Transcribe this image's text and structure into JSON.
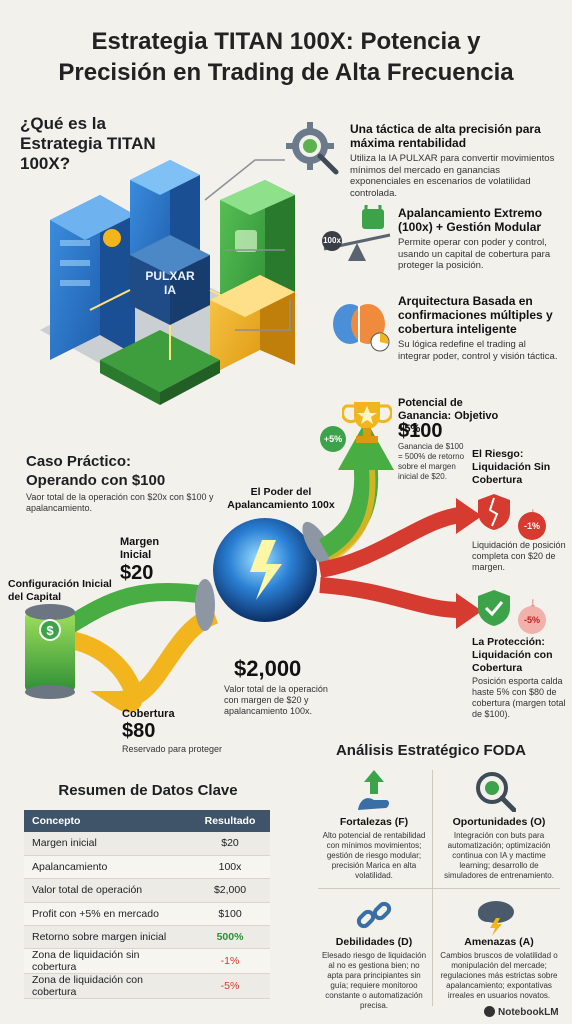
{
  "title": {
    "line1": "Estrategia TITAN 100X: Potencia y",
    "line2": "Precisión en Trading de Alta Frecuencia"
  },
  "intro": {
    "question": "¿Qué es la Estrategia TITAN 100X?",
    "core_label": "PULXAR\nIA",
    "features": [
      {
        "title": "Una táctica de alta precisión para máxima rentabilidad",
        "text": "Utiliza la IA PULXAR para convertir movimientos mínimos del mercado en ganancias exponenciales en escenarios de volatilidad controlada.",
        "icon": "gear-magnifier-icon"
      },
      {
        "title": "Apalancamiento Extremo (100x) + Gestión Modular",
        "text": "Permite operar con poder y control, usando un capital de cobertura para proteger la posición.",
        "icon": "scale-lock-icon",
        "badge": "100x"
      },
      {
        "title": "Arquitectura Basada en confirmaciones múltiples y cobertura inteligente",
        "text": "Su lógica redefine el trading al integrar poder, control y visión táctica.",
        "icon": "brain-chart-icon"
      }
    ]
  },
  "case": {
    "title": "Caso Práctico: Operando con $100",
    "subtitle": "Vaor total de la operación con $20x con $100 y apalancamiento.",
    "config_label": "Configuración Inicial del Capital",
    "margin_label": "Margen Inicial",
    "margin_value": "$20",
    "hedge_label": "Cobertura",
    "hedge_value": "$80",
    "hedge_note": "Reservado para proteger",
    "leverage_label": "El Poder del Apalancamiento 100x",
    "total_value": "$2,000",
    "total_note": "Valor total de la operación con margen de $20 y apalancamiento 100x.",
    "gain_label": "Potencial de Ganancia: Objetivo +5%",
    "gain_badge": "+5%",
    "gain_value": "$100",
    "gain_note": "Ganancia de $100 = 500% de retorno sobre el margen inicial de $20.",
    "risk_title": "El Riesgo: Liquidación Sin Cobertura",
    "risk_badge": "-1%",
    "risk_note": "Liquidación de posición completa con $20 de margen.",
    "protect_title": "La Protección: Liquidación con Cobertura",
    "protect_badge": "-5%",
    "protect_note": "Posición esporta calda haste 5% con $80 de cobertura (margen total de $100)."
  },
  "summary": {
    "title": "Resumen de Datos Clave",
    "headers": [
      "Concepto",
      "Resultado"
    ],
    "rows": [
      [
        "Margen inicial",
        "$20"
      ],
      [
        "Apalancamiento",
        "100x"
      ],
      [
        "Valor total de operación",
        "$2,000"
      ],
      [
        "Profit con +5% en mercado",
        "$100"
      ],
      [
        "Retorno sobre margen inicial",
        "500%"
      ],
      [
        "Zona de liquidación sin cobertura",
        "-1%"
      ],
      [
        "Zona de liquidación con cobertura",
        "-5%"
      ]
    ]
  },
  "foda": {
    "title": "Análisis Estratégico FODA",
    "items": [
      {
        "title": "Fortalezas (F)",
        "text": "Alto potencial de rentabilidad con mínimos movimientos; gestión de riesgo modular; precisión Marica en alta volatilidad.",
        "icon": "arm-arrow-icon"
      },
      {
        "title": "Oportunidades (O)",
        "text": "Integración con buts para automatización; optimización continua con IA y mactime learning; desarrollo de simuladores de entrenamiento.",
        "icon": "magnifier-gear-icon"
      },
      {
        "title": "Debilidades (D)",
        "text": "Elesado riesgo de liquidación al no es gestiona bien; no apta para principiantes sin guía; requiere monitoroo constante o automatización precisa.",
        "icon": "broken-chain-icon"
      },
      {
        "title": "Amenazas (A)",
        "text": "Cambios bruscos de volatilidad o monipulación del mercade; regulaciones más estrictas sobre apalancamiento; expontativas irreales en usuarios novatos.",
        "icon": "storm-cloud-icon"
      }
    ]
  },
  "footer": {
    "brand": "NotebookLM"
  },
  "colors": {
    "green": "#43a83c",
    "yellow": "#f2b51d",
    "red": "#d63b2f",
    "blue": "#2a7fd4",
    "header": "#3f5468"
  }
}
